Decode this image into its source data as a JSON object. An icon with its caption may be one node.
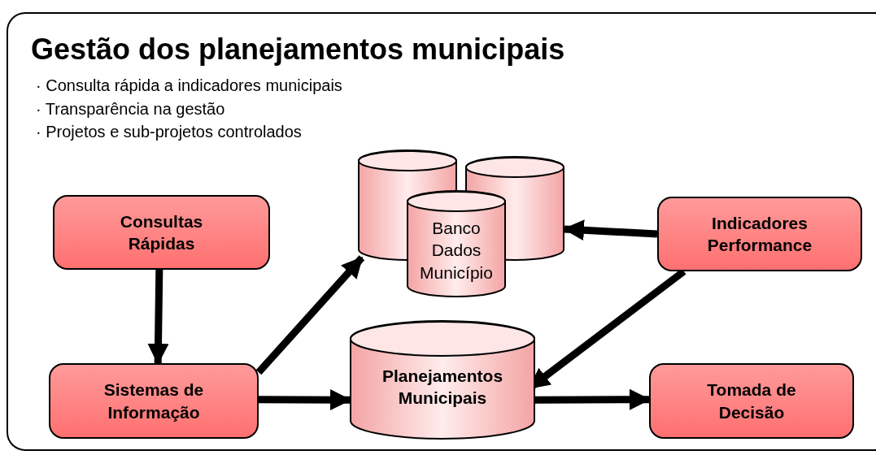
{
  "diagram": {
    "title": "Gestão dos planejamentos municipais",
    "nodes": [
      {
        "text": [
          "Consultas Rápidas"
        ]
      },
      {
        "text": [
          "Sistemas de Informação"
        ]
      },
      {
        "text": [],
        "shape": "cylinder"
      },
      {
        "text": [],
        "shape": "cylinder"
      },
      {
        "text": [
          "Banco Dados Município"
        ]
      },
      {
        "text": [
          "Indicadores Performance"
        ]
      },
      {
        "text": [
          "Planejamentos Municipais"
        ]
      },
      {
        "text": [
          "Tomada de Decisão"
        ]
      }
    ],
    "edges": [
      {
        "from": 0,
        "to": 1,
        "arrow": "to"
      },
      {
        "from": 1,
        "to": 2,
        "arrow": "to"
      },
      {
        "from": 1,
        "to": 6,
        "arrow": "to"
      },
      {
        "from": 5,
        "to": 3,
        "arrow": "to"
      },
      {
        "from": 5,
        "to": 6,
        "arrow": "to"
      },
      {
        "from": 6,
        "to": 7,
        "arrow": "to"
      }
    ],
    "labels": [
      "· Consulta rápida a indicadores municipais",
      "· Transparência na gestão",
      "· Projetos e sub-projetos controlados"
    ]
  }
}
